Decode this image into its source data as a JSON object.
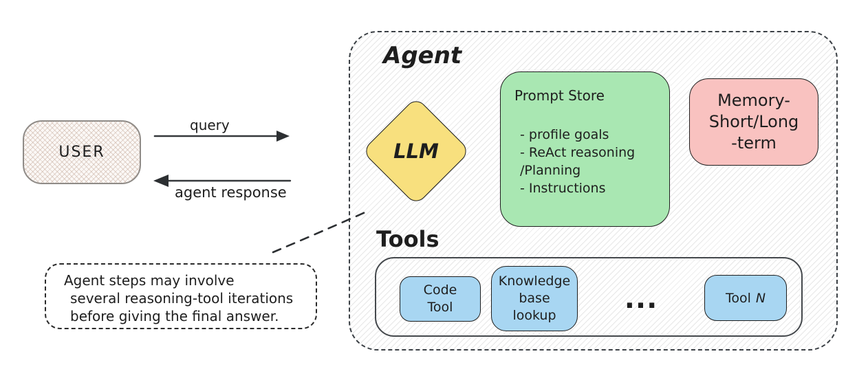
{
  "user": {
    "label": "USER"
  },
  "flows": {
    "query_label": "query",
    "response_label": "agent response"
  },
  "agent": {
    "title": "Agent",
    "llm_label": "LLM",
    "prompt_store": {
      "title": "Prompt Store",
      "lines": [
        "- profile goals",
        "- ReAct reasoning",
        "/Planning",
        "- Instructions"
      ]
    },
    "memory": {
      "lines": [
        "Memory-",
        "Short/Long",
        "-term"
      ]
    },
    "tools": {
      "title": "Tools",
      "code_tool": {
        "lines": [
          "Code",
          "Tool"
        ]
      },
      "kb_tool": {
        "lines": [
          "Knowledge",
          "base",
          "lookup"
        ]
      },
      "ellipsis": "...",
      "tool_n": {
        "prefix": "Tool",
        "n": "N"
      }
    }
  },
  "callout": {
    "lines": [
      "Agent steps may involve",
      "several reasoning-tool iterations",
      "before giving the final answer."
    ]
  },
  "colors": {
    "stroke": "#1e1e1e",
    "llm_fill": "#f8e07e",
    "prompt_store_fill": "#a9e7b2",
    "memory_fill": "#f9c2c0",
    "tool_fill": "#a8d6f2",
    "hatch_line": "#e7e7e7"
  }
}
